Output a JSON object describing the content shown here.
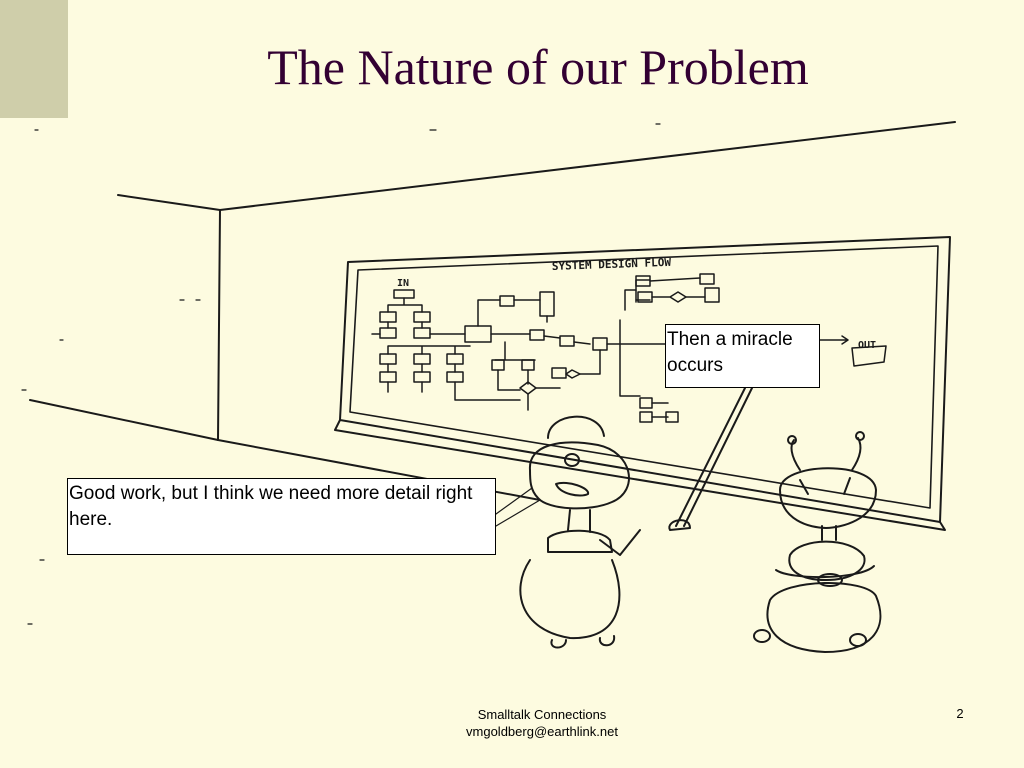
{
  "slide": {
    "title": "The Nature of our Problem",
    "background_color": "#fdfbe0",
    "accent_color": "#cfceaa",
    "title_color": "#330033"
  },
  "cartoon": {
    "board_heading": "SYSTEM DESIGN FLOW",
    "board_in_label": "IN",
    "board_out_label": "OUT"
  },
  "callouts": {
    "miracle": "Then a miracle occurs",
    "detail": "Good work, but I think we need more detail right here."
  },
  "footer": {
    "line1": "Smalltalk Connections",
    "line2": "vmgoldberg@earthlink.net",
    "page_number": "2"
  }
}
